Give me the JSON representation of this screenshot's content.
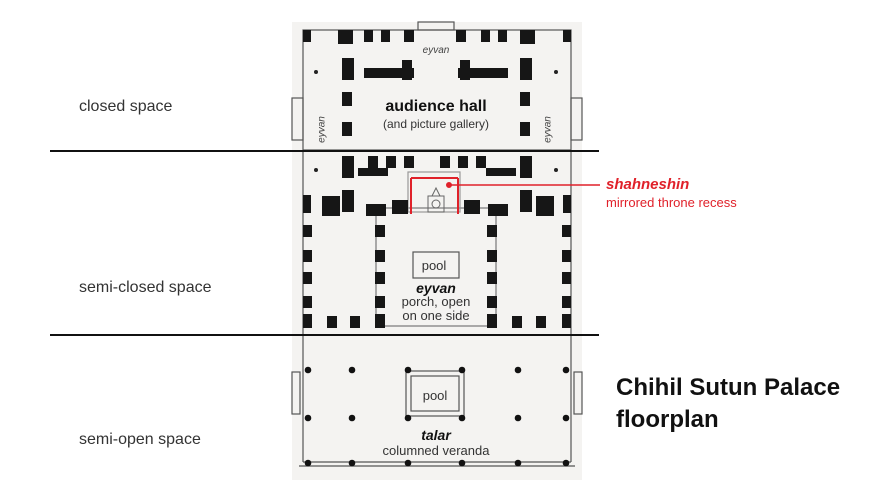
{
  "zones": {
    "closed": "closed space",
    "semi_closed": "semi-closed space",
    "semi_open": "semi-open space"
  },
  "plan": {
    "eyvan_top": "eyvan",
    "eyvan_left": "eyvan",
    "eyvan_right": "eyvan",
    "audience_hall": "audience hall",
    "audience_hall_sub": "(and picture gallery)",
    "pool_upper": "pool",
    "eyvan_main": "eyvan",
    "eyvan_main_sub1": "porch, open",
    "eyvan_main_sub2": "on one side",
    "pool_lower": "pool",
    "talar": "talar",
    "talar_sub": "columned veranda"
  },
  "callout": {
    "term": "shahneshin",
    "description": "mirrored throne recess",
    "color": "#e0212a"
  },
  "title": {
    "line1": "Chihil Sutun Palace",
    "line2": "floorplan"
  }
}
